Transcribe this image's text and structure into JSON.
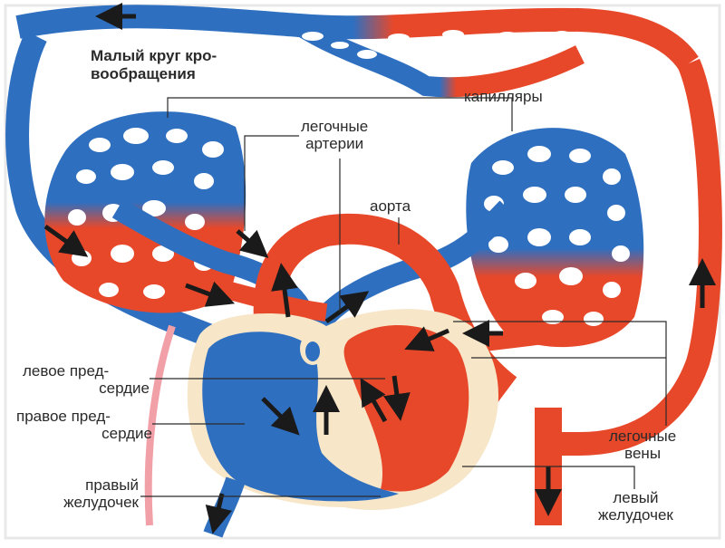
{
  "title": {
    "line1": "Малый круг кро-",
    "line2": "вообращения"
  },
  "labels": {
    "capillaries": "капилляры",
    "pulmonary_arteries_1": "легочные",
    "pulmonary_arteries_2": "артерии",
    "aorta": "аорта",
    "left_atrium_1": "левое пред-",
    "left_atrium_2": "сердие",
    "right_atrium_1": "правое пред-",
    "right_atrium_2": "сердие",
    "right_ventricle_1": "правый",
    "right_ventricle_2": "желудочек",
    "pulmonary_veins_1": "легочные",
    "pulmonary_veins_2": "вены",
    "left_ventricle_1": "левый",
    "left_ventricle_2": "желудочек"
  },
  "colors": {
    "venous_blue": "#2f6fc0",
    "arterial_red": "#e8482a",
    "background": "#ffffff",
    "heart_wall": "#f7e6c8",
    "text": "#2a2a2a",
    "arrow": "#1a1a1a"
  }
}
